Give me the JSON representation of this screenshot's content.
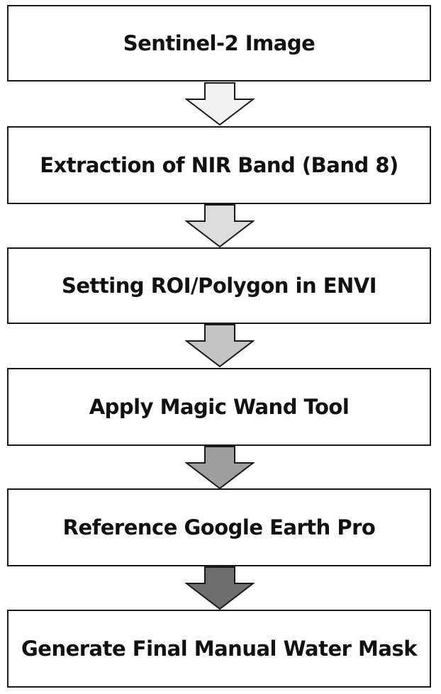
{
  "steps": [
    {
      "label": "Sentinel-2 Image"
    },
    {
      "label": "Extraction of NIR Band (Band 8)"
    },
    {
      "label": "Setting ROI/Polygon in ENVI"
    },
    {
      "label": "Apply Magic Wand Tool"
    },
    {
      "label": "Reference Google Earth Pro"
    },
    {
      "label": "Generate Final Manual Water Mask"
    }
  ],
  "arrows": [
    {
      "icon": "down-arrow-icon",
      "fill": "#f2f2f2"
    },
    {
      "icon": "down-arrow-icon",
      "fill": "#dcdcdc"
    },
    {
      "icon": "down-arrow-icon",
      "fill": "#c4c4c4"
    },
    {
      "icon": "down-arrow-icon",
      "fill": "#9e9e9e"
    },
    {
      "icon": "down-arrow-icon",
      "fill": "#6e6e6e"
    }
  ],
  "colors": {
    "border": "#1a1a1a",
    "text": "#111111",
    "background": "#ffffff"
  }
}
